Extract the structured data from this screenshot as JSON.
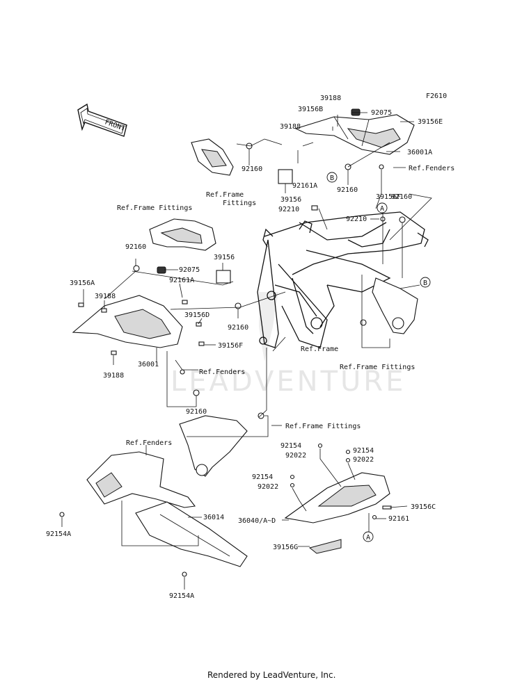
{
  "figure_id": "F2610",
  "front_arrow": "FRONT",
  "watermark": "LEADVENTURE",
  "footer": "Rendered by LeadVenture, Inc.",
  "callouts": {
    "A": "A",
    "B": "B"
  },
  "parts": {
    "p39188_top": "39188",
    "p39156B": "39156B",
    "p92075_top": "92075",
    "p39156E": "39156E",
    "p39188_mid": "39188",
    "p36001A": "36001A",
    "p92160_a": "92160",
    "ref_fenders_top": "Ref.Fenders",
    "ref_frame_fittings_a1": "Ref.Frame",
    "ref_frame_fittings_a2": "Fittings",
    "p92161A_top": "92161A",
    "p39156_top": "39156",
    "p92160_b": "92160",
    "p39156F_top": "39156F",
    "p92160_c": "92160",
    "p92210_a": "92210",
    "p92210_b": "92210",
    "ref_frame_fittings_b": "Ref.Frame Fittings",
    "p92160_d": "92160",
    "p92075_left": "92075",
    "p39156_left": "39156",
    "p39156A": "39156A",
    "p92161A_left": "92161A",
    "p39188_left": "39188",
    "p39156D": "39156D",
    "p92160_e": "92160",
    "p39156F_left": "39156F",
    "p36001": "36001",
    "p39188_bottom": "39188",
    "ref_fenders_left": "Ref.Fenders",
    "ref_frame": "Ref.Frame",
    "ref_frame_fittings_c": "Ref.Frame Fittings",
    "p92160_f": "92160",
    "ref_frame_fittings_d": "Ref.Frame Fittings",
    "ref_fenders_bottom": "Ref.Fenders",
    "p92154_a": "92154",
    "p92022_a": "92022",
    "p92154_b": "92154",
    "p92022_b": "92022",
    "p92154_c": "92154",
    "p92022_c": "92022",
    "p36014": "36014",
    "p36040": "36040/A~D",
    "p39156C": "39156C",
    "p92161": "92161",
    "p92154A_left": "92154A",
    "p39156G": "39156G",
    "p92154A_bottom": "92154A"
  }
}
